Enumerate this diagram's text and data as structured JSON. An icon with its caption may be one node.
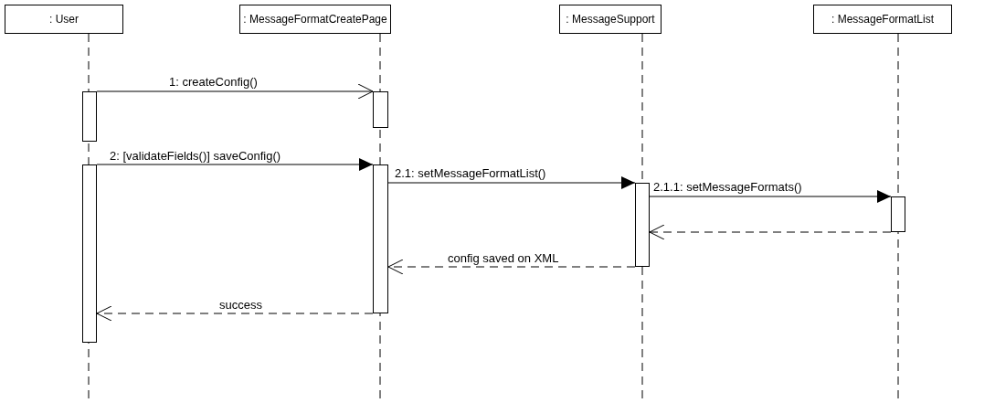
{
  "diagram": {
    "nodes": [
      {
        "text": [
          ": User"
        ]
      },
      {
        "text": [
          ": MessageFormatCreatePage"
        ]
      },
      {
        "text": [
          ": MessageSupport"
        ]
      },
      {
        "text": [
          ": MessageFormatList"
        ]
      },
      {
        "text": [],
        "shape": "bar"
      },
      {
        "text": [],
        "shape": "bar"
      },
      {
        "text": [],
        "shape": "bar"
      },
      {
        "text": [],
        "shape": "bar"
      },
      {
        "text": [],
        "shape": "bar"
      },
      {
        "text": [],
        "shape": "bar"
      }
    ],
    "edges": [
      {
        "from": 4,
        "to": 5,
        "arrow": "to",
        "label": "1: createConfig()"
      },
      {
        "from": 6,
        "to": 7,
        "arrow": "to",
        "label": "2: [validateFields()] saveConfig()"
      },
      {
        "from": 7,
        "to": 8,
        "arrow": "to",
        "label": "2.1: setMessageFormatList()"
      },
      {
        "from": 8,
        "to": 9,
        "arrow": "to",
        "label": "2.1.1: setMessageFormats()"
      },
      {
        "from": 9,
        "to": 8,
        "arrow": "to",
        "style": "dashed"
      },
      {
        "from": 8,
        "to": 7,
        "arrow": "to",
        "style": "dashed",
        "label": "config saved on XML"
      },
      {
        "from": 7,
        "to": 6,
        "arrow": "to",
        "style": "dashed",
        "label": "success"
      }
    ]
  }
}
